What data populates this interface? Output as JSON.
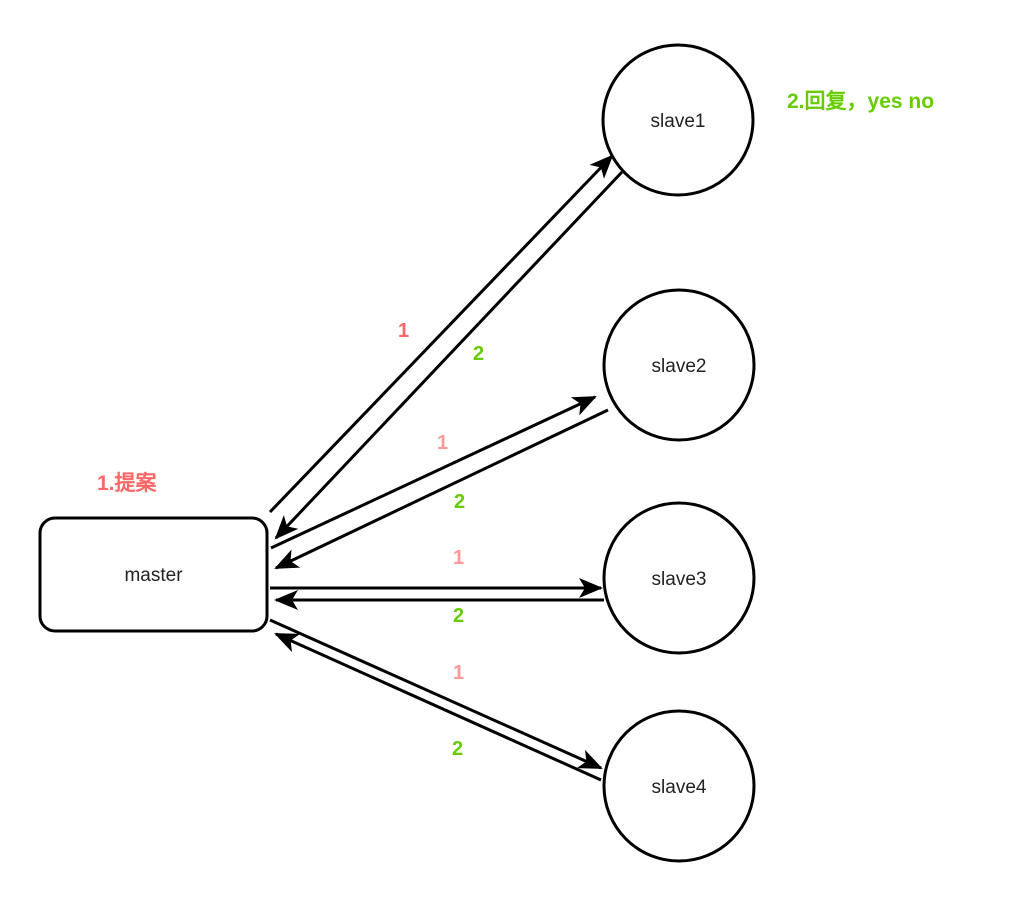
{
  "diagram": {
    "title": "",
    "colors": {
      "stroke": "#000000",
      "proposal": "#FF6666",
      "proposal_light": "#FF9999",
      "reply": "#66CC00",
      "text": "#222222"
    },
    "master": {
      "id": "master",
      "label": "master",
      "shape": "rounded-rectangle"
    },
    "slaves": [
      {
        "id": "slave1",
        "label": "slave1",
        "shape": "circle"
      },
      {
        "id": "slave2",
        "label": "slave2",
        "shape": "circle"
      },
      {
        "id": "slave3",
        "label": "slave3",
        "shape": "circle"
      },
      {
        "id": "slave4",
        "label": "slave4",
        "shape": "circle"
      }
    ],
    "edges": [
      {
        "from": "master",
        "to": "slave1",
        "label": "1",
        "kind": "proposal"
      },
      {
        "from": "slave1",
        "to": "master",
        "label": "2",
        "kind": "reply"
      },
      {
        "from": "master",
        "to": "slave2",
        "label": "1",
        "kind": "proposal"
      },
      {
        "from": "slave2",
        "to": "master",
        "label": "2",
        "kind": "reply"
      },
      {
        "from": "master",
        "to": "slave3",
        "label": "1",
        "kind": "proposal"
      },
      {
        "from": "slave3",
        "to": "master",
        "label": "2",
        "kind": "reply"
      },
      {
        "from": "master",
        "to": "slave4",
        "label": "1",
        "kind": "proposal"
      },
      {
        "from": "slave4",
        "to": "master",
        "label": "2",
        "kind": "reply"
      }
    ],
    "notes": {
      "proposal": "1.提案",
      "reply": "2.回复，yes no"
    }
  }
}
